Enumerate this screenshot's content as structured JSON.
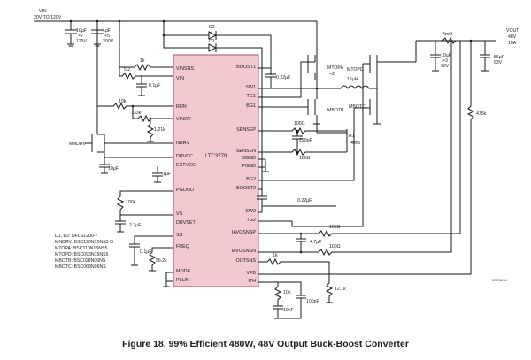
{
  "caption": "Figure 18. 99% Efficient 480W, 48V Output Buck-Boost Converter",
  "chip": {
    "name": "LTC3779",
    "left_pins": [
      "VINSNS",
      "VIN",
      "RUN",
      "VINOV",
      "NDRV",
      "DRVCC",
      "EXTVCC",
      "PGOOD",
      "VS",
      "DRVSET",
      "SS",
      "FREQ",
      "MODE",
      "PLLIN"
    ],
    "right_pins": [
      "BOOST1",
      "SW1",
      "TG1",
      "BG1",
      "SENSEP",
      "SENSEN",
      "SGND",
      "PGND",
      "BG2",
      "BOOST2",
      "SW2",
      "TG2",
      "IAVGSNSP",
      "IAVGSNSN",
      "IOUTSNS",
      "VFB",
      "ITH"
    ]
  },
  "labels": {
    "vin": "VIN",
    "vin_range": "20V TO 120V",
    "vout": "VOUT",
    "vout_v": "48V",
    "vout_a": "10A",
    "c_in1": [
      "10µF",
      "×2",
      "125V"
    ],
    "c_in2": [
      "1µF",
      "×5",
      "200V"
    ],
    "d2": "D2",
    "d1": "D1",
    "r_1k": "1k",
    "r_5": "5Ω",
    "c_01": "0.1µF",
    "r_10k": "10k",
    "r_133k": "133k",
    "r_121k": "1.21k",
    "mndrv": "MNDRV",
    "c_10u_drv": "10µF",
    "c_1u": "1µF",
    "r_100k": "100k",
    "c_22": "2.2µF",
    "c_01b": "0.1µF",
    "r_562k": "56.2k",
    "c_022a": "0.22µF",
    "c_022b": "0.22µF",
    "mtopa": "MTOPA",
    "mtopa_n": "×2",
    "mbotb": "MBOTB",
    "mtopd": "MTOPD",
    "mbotc": "MBOTC",
    "l1": "15µH",
    "r_sense": "4mΩ",
    "r_sense_out": "4mΩ",
    "r1": "R1",
    "r_100a": "100Ω",
    "r_100b": "100Ω",
    "c_220p": "220pF",
    "c_out1": [
      "10µF",
      "×3",
      "50V"
    ],
    "c_out2": [
      "56µF",
      "63V"
    ],
    "r_475k": "475k",
    "r_100c": "100Ω",
    "r_100d": "100Ω",
    "c_47n": "4.7µF",
    "r_1kb": "1k",
    "r_121kb": "12.1k",
    "r_10kb": "10k",
    "c_10n": "10nF",
    "c_100p": "100pF",
    "fig_code": "37791f18",
    "bom": [
      "D1, D2: DFLS1200-7",
      "MNDRV: BSC190N15NS3 G",
      "MTOPA: BSC110N15NS5",
      "MTOPD: BSC093N15NS5",
      "MBOTB: BSC028N06NS",
      "MBOTC: BSC068N06NS"
    ]
  },
  "colors": {
    "chip_fill": "#f2c9cf",
    "chip_stroke": "#9a5a66",
    "wire": "#1a1a1a"
  }
}
